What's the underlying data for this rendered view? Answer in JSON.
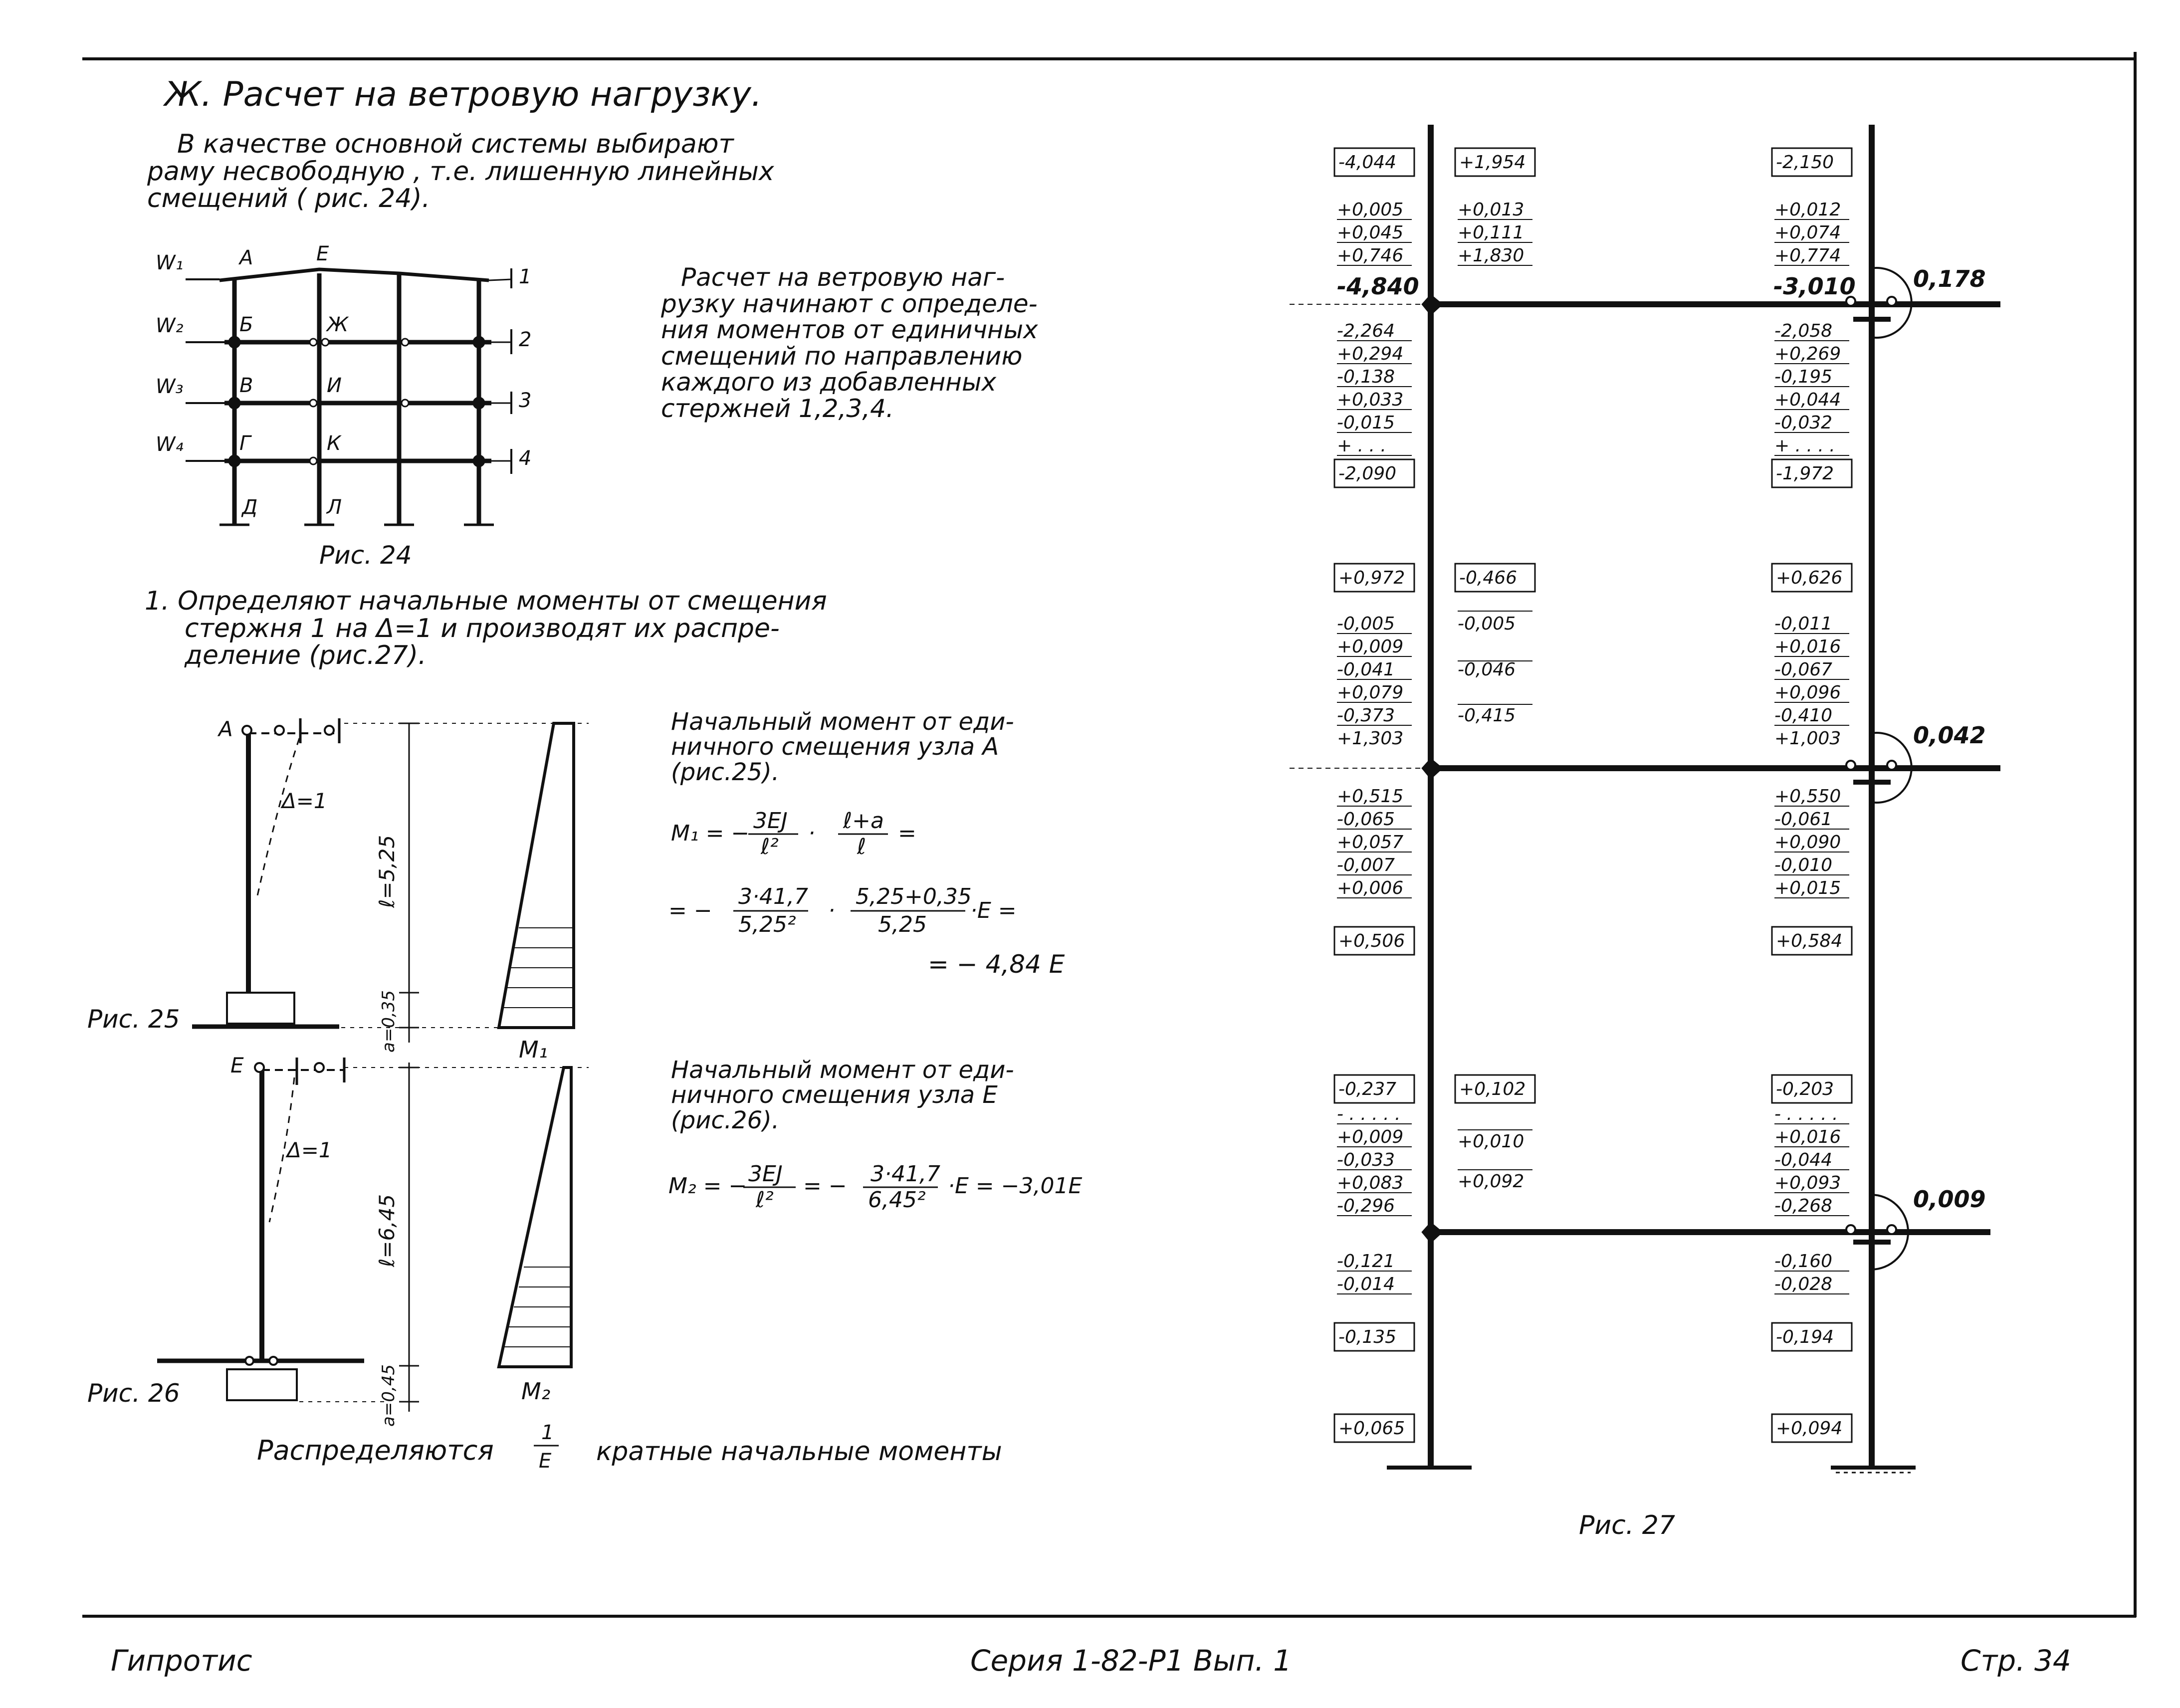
{
  "heading": "Ж.  Расчет  на  ветровую  нагрузку.",
  "intro": [
    "В  качестве   основной  системы  выбирают",
    "раму  несвободную , т.е. лишенную  линейных",
    "смещений ( рис. 24)."
  ],
  "fig24": {
    "node_labels": [
      "А",
      "Е",
      "Б",
      "Ж",
      "В",
      "И",
      "Г",
      "К",
      "Д",
      "Л"
    ],
    "loads": [
      "W₁",
      "W₂",
      "W₃",
      "W₄"
    ],
    "rods": [
      "1",
      "2",
      "3",
      "4"
    ],
    "caption": "Рис. 24"
  },
  "side_text": [
    "Расчет  на  ветровую  наг-",
    "рузку   начинают с определе-",
    "ния моментов  от единичных",
    "смещений  по  направлению",
    "каждого  из  добавленных",
    "стержней  1,2,3,4."
  ],
  "step1": [
    "1.  Определяют   начальные    моменты    от    смещения",
    "стержня   1   на Δ=1   и  производят   их      распре-",
    "деление  (рис.27)."
  ],
  "fig25": {
    "node": "А",
    "delta": "Δ=1",
    "length": "ℓ=5,25",
    "a": "a=0,35",
    "moment_label": "M₁",
    "caption": "Рис. 25"
  },
  "fig26": {
    "node": "Е",
    "delta": "Δ=1",
    "length": "ℓ=6,45",
    "a": "a=0,45",
    "moment_label": "M₂",
    "caption": "Рис. 26"
  },
  "calc1": {
    "text": [
      "Начальный  момент  от  еди-",
      "ничного  смещения  узла  А",
      "(рис.25)."
    ],
    "formula_line1": [
      "M₁ = −",
      "3EJ",
      "ℓ²",
      "·",
      "ℓ+a",
      "ℓ",
      "="
    ],
    "formula_line2": [
      "= −",
      "3·41,7",
      "5,25²",
      "·",
      "5,25+0,35",
      "5,25",
      "·E ="
    ],
    "result": "= − 4,84 E"
  },
  "calc2": {
    "text": [
      "Начальный  момент  от  еди-",
      "ничного  смещения  узла Е",
      "(рис.26)."
    ],
    "formula": [
      "M₂ = −",
      "3EJ",
      "ℓ²",
      "= −",
      "3·41,7",
      "6,45²",
      "·E = −3,01E"
    ]
  },
  "distrib_text": [
    "Распределяются",
    "1",
    "E",
    "кратные   начальные   моменты"
  ],
  "fig27": {
    "caption": "Рис. 27",
    "col1_top": {
      "boxed": "-4,044",
      "values": [
        "+0,005",
        "+0,045",
        "+0,746"
      ],
      "total": "-4,840"
    },
    "col2_top": {
      "boxed": "+1,954",
      "values": [
        "+0,013",
        "+0,111",
        "+1,830"
      ]
    },
    "col3_top": {
      "boxed": "-2,150",
      "values": [
        "+0,012",
        "+0,074",
        "+0,774"
      ],
      "total": "-3,010"
    },
    "col1_below1": {
      "values": [
        "-2,264",
        "+0,294",
        "-0,138",
        "+0,033",
        "-0,015",
        "+ . . ."
      ],
      "boxed": "-2,090"
    },
    "col3_below1": {
      "values": [
        "-2,058",
        "+0,269",
        "-0,195",
        "+0,044",
        "-0,032",
        "+ . . . ."
      ],
      "boxed": "-1,972"
    },
    "col1_above2": {
      "boxed": "+0,972",
      "values": [
        "-0,005",
        "+0,009",
        "-0,041",
        "+0,079",
        "-0,373"
      ],
      "total": "+1,303"
    },
    "col2_above2": {
      "boxed": "-0,466",
      "values": [
        "-0,005",
        "-0,046",
        "-0,415"
      ]
    },
    "col3_above2": {
      "boxed": "+0,626",
      "values": [
        "-0,011",
        "+0,016",
        "-0,067",
        "+0,096",
        "-0,410"
      ],
      "total": "+1,003"
    },
    "col1_below2": {
      "values": [
        "+0,515",
        "-0,065",
        "+0,057",
        "-0,007",
        "+0,006"
      ],
      "boxed": "+0,506"
    },
    "col3_below2": {
      "values": [
        "+0,550",
        "-0,061",
        "+0,090",
        "-0,010",
        "+0,015"
      ],
      "boxed": "+0,584"
    },
    "col1_above3": {
      "boxed": "-0,237",
      "values": [
        "- . . . . .",
        "+0,009",
        "-0,033",
        "+0,083",
        "-0,296"
      ]
    },
    "col2_above3": {
      "boxed": "+0,102",
      "values": [
        "+0,010",
        "+0,092"
      ]
    },
    "col3_above3": {
      "boxed": "-0,203",
      "values": [
        "- . . . . .",
        "+0,016",
        "-0,044",
        "+0,093",
        "-0,268"
      ]
    },
    "col1_below3": {
      "values": [
        "-0,121",
        "-0,014"
      ],
      "boxed": "-0,135"
    },
    "col3_below3": {
      "values": [
        "-0,160",
        "-0,028"
      ],
      "boxed": "-0,194"
    },
    "base_left": "+0,065",
    "base_right": "+0,094",
    "reactions": [
      "0,178",
      "0,042",
      "0,009"
    ]
  },
  "footer": {
    "left": "Гипротис",
    "center": "Серия  1-82-Р1   Вып. 1",
    "right": "Стр. 34"
  },
  "colors": {
    "ink": "#111111",
    "paper": "#ffffff"
  }
}
